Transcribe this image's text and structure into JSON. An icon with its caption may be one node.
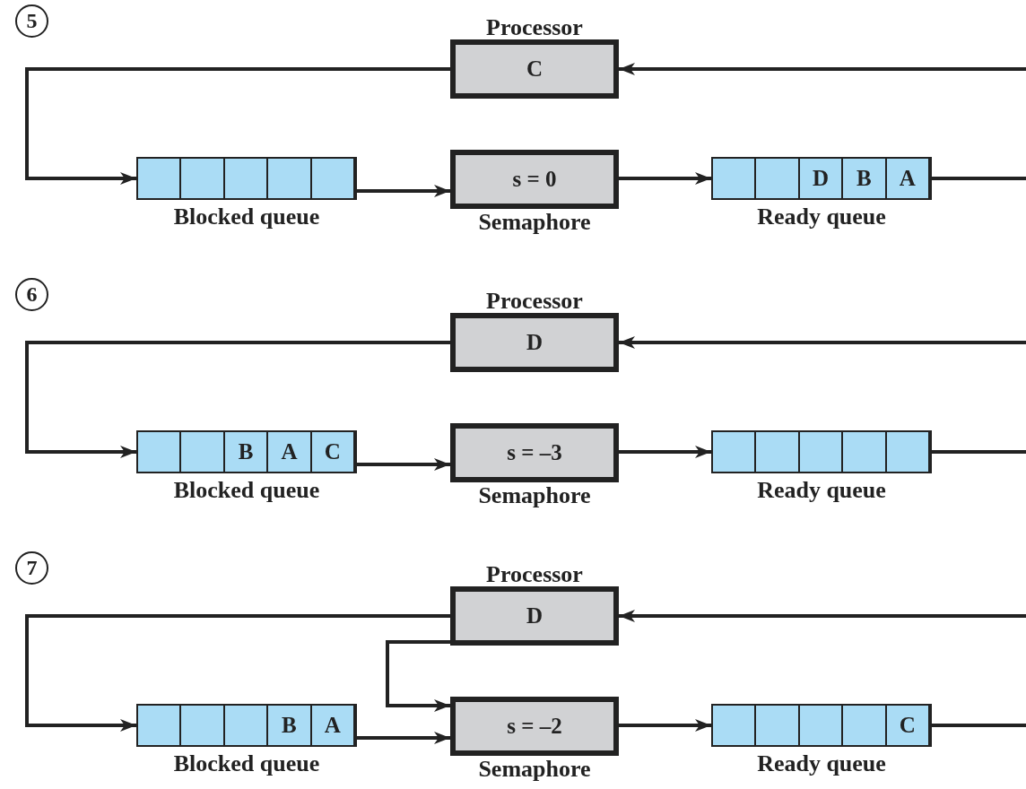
{
  "diagram": {
    "nodes": [
      {
        "text": [
          "5"
        ]
      },
      {
        "text": [
          "Processor",
          "C"
        ]
      },
      {
        "text": [
          "Blocked queue"
        ]
      },
      {
        "text": [],
        "shape": "box",
        "in": 2
      },
      {
        "text": [],
        "shape": "box",
        "in": 2
      },
      {
        "text": [],
        "shape": "box",
        "in": 2
      },
      {
        "text": [],
        "shape": "box",
        "in": 2
      },
      {
        "text": [],
        "shape": "box",
        "in": 2
      },
      {
        "text": [
          "s = 0",
          "Semaphore"
        ]
      },
      {
        "text": [
          "Ready queue"
        ]
      },
      {
        "text": [],
        "shape": "box",
        "in": 9
      },
      {
        "text": [],
        "shape": "box",
        "in": 9
      },
      {
        "text": [
          "D"
        ],
        "in": 9
      },
      {
        "text": [
          "B"
        ],
        "in": 9
      },
      {
        "text": [
          "A"
        ],
        "in": 9
      },
      {
        "text": [
          "6"
        ]
      },
      {
        "text": [
          "Processor",
          "D"
        ]
      },
      {
        "text": [
          "Blocked queue"
        ]
      },
      {
        "text": [],
        "shape": "box",
        "in": 17
      },
      {
        "text": [],
        "shape": "box",
        "in": 17
      },
      {
        "text": [
          "B"
        ],
        "in": 17
      },
      {
        "text": [
          "A"
        ],
        "in": 17
      },
      {
        "text": [
          "C"
        ],
        "in": 17
      },
      {
        "text": [
          "s = –3",
          "Semaphore"
        ]
      },
      {
        "text": [
          "Ready queue"
        ]
      },
      {
        "text": [],
        "shape": "box",
        "in": 24
      },
      {
        "text": [],
        "shape": "box",
        "in": 24
      },
      {
        "text": [],
        "shape": "box",
        "in": 24
      },
      {
        "text": [],
        "shape": "box",
        "in": 24
      },
      {
        "text": [],
        "shape": "box",
        "in": 24
      },
      {
        "text": [
          "7"
        ]
      },
      {
        "text": [
          "Processor",
          "D"
        ]
      },
      {
        "text": [
          "Blocked queue"
        ]
      },
      {
        "text": [],
        "shape": "box",
        "in": 32
      },
      {
        "text": [],
        "shape": "box",
        "in": 32
      },
      {
        "text": [],
        "shape": "box",
        "in": 32
      },
      {
        "text": [
          "B"
        ],
        "in": 32
      },
      {
        "text": [
          "A"
        ],
        "in": 32
      },
      {
        "text": [
          "s = –2",
          "Semaphore"
        ]
      },
      {
        "text": [
          "Ready queue"
        ]
      },
      {
        "text": [],
        "shape": "box",
        "in": 39
      },
      {
        "text": [],
        "shape": "box",
        "in": 39
      },
      {
        "text": [],
        "shape": "box",
        "in": 39
      },
      {
        "text": [],
        "shape": "box",
        "in": 39
      },
      {
        "text": [
          "C"
        ],
        "in": 39
      }
    ],
    "edges": [
      {
        "from": 1,
        "to": 2,
        "arrow": "to"
      },
      {
        "from": 2,
        "to": 8,
        "arrow": "to"
      },
      {
        "from": 8,
        "to": 9,
        "arrow": "to"
      },
      {
        "from": 9,
        "to": null,
        "arrow": "none"
      },
      {
        "from": null,
        "to": 1,
        "arrow": "to"
      },
      {
        "from": 16,
        "to": 17,
        "arrow": "to"
      },
      {
        "from": 17,
        "to": 23,
        "arrow": "to"
      },
      {
        "from": 23,
        "to": 24,
        "arrow": "to"
      },
      {
        "from": 24,
        "to": null,
        "arrow": "none"
      },
      {
        "from": null,
        "to": 16,
        "arrow": "to"
      },
      {
        "from": 31,
        "to": 32,
        "arrow": "to"
      },
      {
        "from": 32,
        "to": 38,
        "arrow": "to"
      },
      {
        "from": 38,
        "to": 39,
        "arrow": "to"
      },
      {
        "from": 39,
        "to": null,
        "arrow": "none"
      },
      {
        "from": null,
        "to": 31,
        "arrow": "to"
      },
      {
        "from": 31,
        "to": 38,
        "arrow": "to"
      }
    ]
  }
}
